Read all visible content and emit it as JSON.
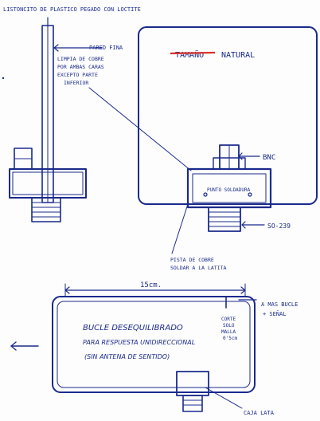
{
  "labels": {
    "top_title": "LISTONCITO DE PLASTICO PEGADO CON LOCTITE",
    "pared_fina": "PARED FINA",
    "limpia_1": "LIMPIA DE COBRE",
    "limpia_2": "POR AMBAS CARAS",
    "limpia_3": "EXCEPTO PARTE",
    "limpia_4": "INFERIOR",
    "tamano_strike": "TAMAÑO",
    "natural": "NATURAL",
    "bnc": "BNC",
    "punto_soldadura": "PUNTO SOLDADURA",
    "so239": "SO-239",
    "pista_1": "PISTA DE COBRE",
    "pista_2": "SOLDAR A LA LATITA",
    "width_15cm": "15cm.",
    "bucle_title": "BUCLE DESEQUILIBRADO",
    "respuesta": "PARA RESPUESTA UNIDIRECCIONAL",
    "sin_antena": "(SIN ANTENA DE SENTIDO)",
    "corte_1": "CORTE",
    "corte_2": "SOLO",
    "corte_3": "MALLA",
    "corte_4": "0'5cm",
    "a_mas_1": "A MAS BUCLE",
    "a_mas_2": "+ SEÑAL",
    "caja_lata": "CAJA LATA"
  },
  "colors": {
    "ink": "#1a2a8c",
    "strike": "#d9342b"
  }
}
